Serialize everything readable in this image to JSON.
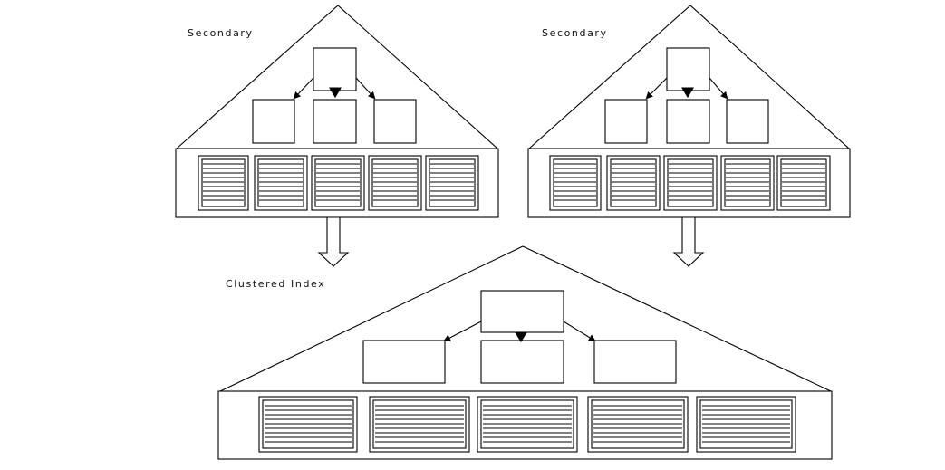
{
  "labels": {
    "secondary_left": "Secondary",
    "secondary_right": "Secondary",
    "clustered": "Clustered Index"
  },
  "colors": {
    "stroke": "#000000",
    "fill": "#ffffff"
  }
}
